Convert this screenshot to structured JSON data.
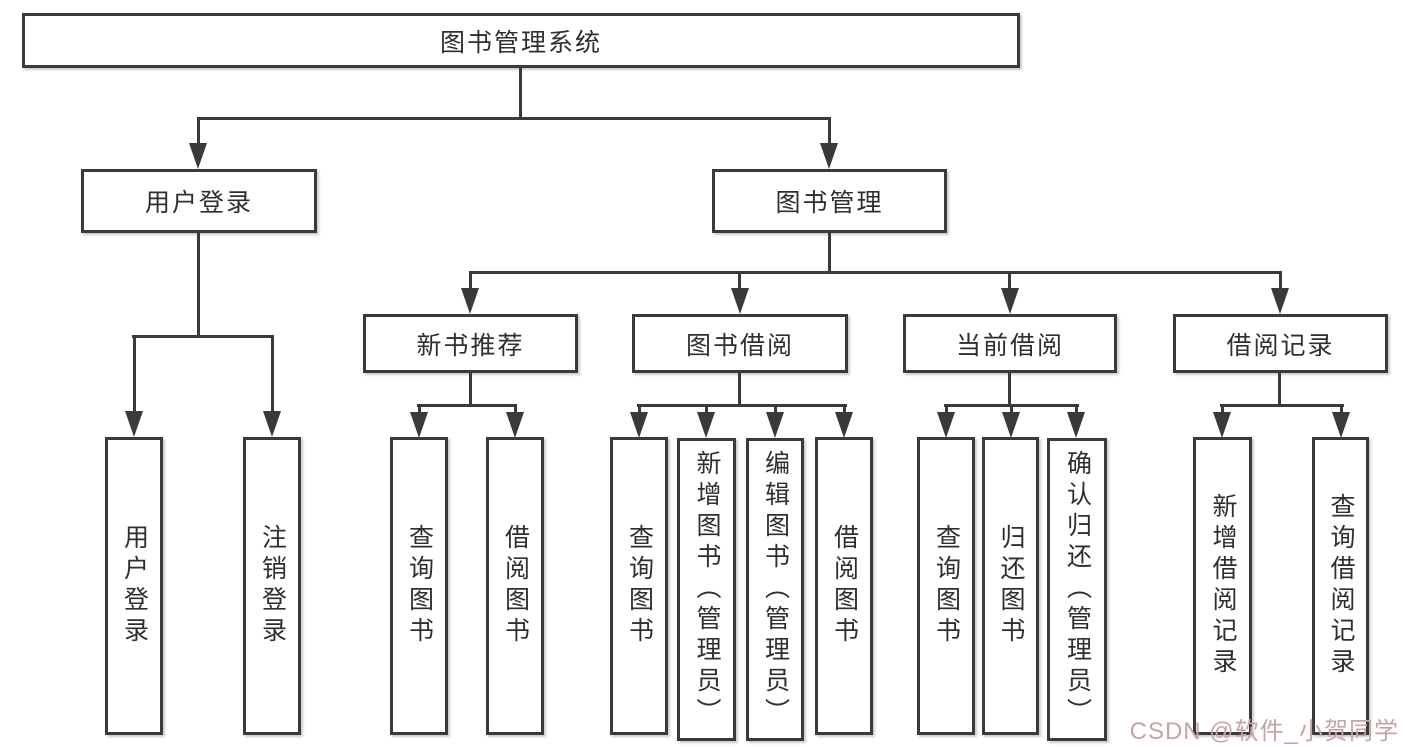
{
  "tree": {
    "root": {
      "label": "图书管理系统",
      "children": [
        {
          "label": "用户登录",
          "children": [
            {
              "label": "用户登录"
            },
            {
              "label": "注销登录"
            }
          ]
        },
        {
          "label": "图书管理",
          "children": [
            {
              "label": "新书推荐",
              "children": [
                {
                  "label": "查询图书"
                },
                {
                  "label": "借阅图书"
                }
              ]
            },
            {
              "label": "图书借阅",
              "children": [
                {
                  "label": "查询图书"
                },
                {
                  "label": "新增图书（管理员）"
                },
                {
                  "label": "编辑图书（管理员）"
                },
                {
                  "label": "借阅图书"
                }
              ]
            },
            {
              "label": "当前借阅",
              "children": [
                {
                  "label": "查询图书"
                },
                {
                  "label": "归还图书"
                },
                {
                  "label": "确认归还（管理员）"
                }
              ]
            },
            {
              "label": "借阅记录",
              "children": [
                {
                  "label": "新增借阅记录"
                },
                {
                  "label": "查询借阅记录"
                }
              ]
            }
          ]
        }
      ]
    }
  },
  "watermark": "CSDN @软件_小贺同学",
  "colors": {
    "line": "#3A3A3A",
    "box_border": "#3A3A3A",
    "text": "#2F2F2F",
    "watermark": "#C9A3A3",
    "background": "#FFFFFF"
  }
}
